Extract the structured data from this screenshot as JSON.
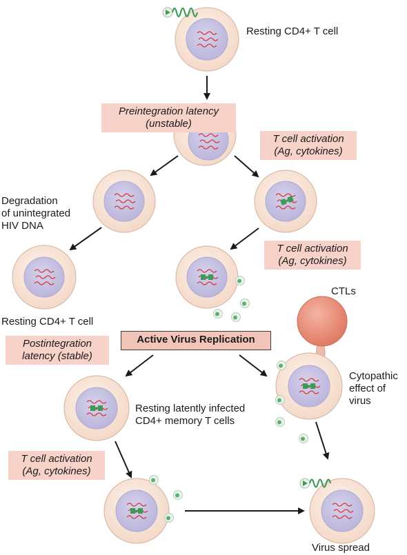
{
  "labels": {
    "resting_top": "Resting CD4+ T cell",
    "preintegration": [
      "Preintegration latency",
      "(unstable)"
    ],
    "activation_1": [
      "T cell activation",
      "(Ag, cytokines)"
    ],
    "degradation": [
      "Degradation",
      "of unintegrated",
      "HIV DNA"
    ],
    "activation_2": [
      "T cell activation",
      "(Ag, cytokines)"
    ],
    "resting_left": "Resting CD4+ T cell",
    "ctls": "CTLs",
    "active_replication": "Active Virus Replication",
    "postintegration": [
      "Postintegration",
      "latency (stable)"
    ],
    "cytopathic": [
      "Cytopathic",
      "effect of",
      "virus"
    ],
    "memory": [
      "Resting latently infected",
      "CD4+ memory T cells"
    ],
    "activation_3": [
      "T cell activation",
      "(Ag, cytokines)"
    ],
    "virus_spread": "Virus spread"
  },
  "colors": {
    "cell_fill": "#fbe8dc",
    "cell_stroke": "#d8bba9",
    "nucleus_fill": "#c9c5e3",
    "nucleus_stroke": "#aea9d1",
    "dna": "#d43a3a",
    "provirus": "#3f9a56",
    "ctl_fill": "#ec8f7b",
    "label_box": "#f6d2c8"
  }
}
